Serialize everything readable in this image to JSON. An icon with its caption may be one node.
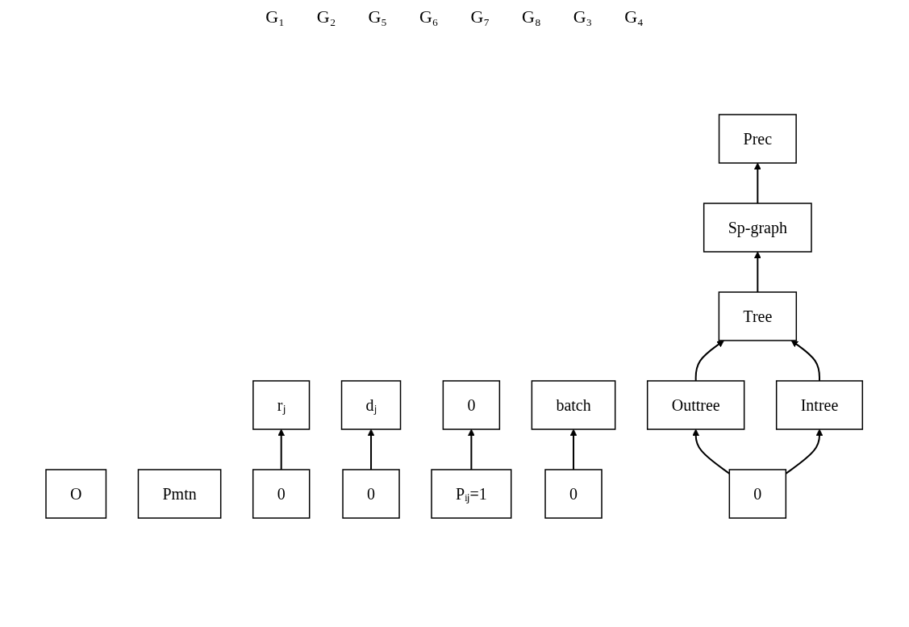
{
  "diagram": {
    "nodes": [
      {
        "text": [
          "Prec"
        ]
      },
      {
        "text": [
          "rⱼ"
        ]
      },
      {
        "text": [
          "dⱼ"
        ]
      },
      {
        "text": [
          "0"
        ]
      },
      {
        "text": [
          "batch"
        ]
      },
      {
        "text": [
          "O"
        ]
      },
      {
        "text": [
          "Pmtn"
        ]
      },
      {
        "text": [
          "Sp-graph"
        ]
      },
      {
        "text": [
          "0"
        ]
      },
      {
        "text": [
          "0"
        ]
      },
      {
        "text": [
          "Pᵢⱼ=1"
        ]
      },
      {
        "text": [
          "0"
        ]
      },
      {
        "text": [
          "Tree"
        ]
      },
      {
        "text": [
          "Outtree"
        ]
      },
      {
        "text": [
          "Intree"
        ]
      },
      {
        "text": [
          "0"
        ]
      }
    ],
    "edges": [
      {
        "from": 7,
        "to": 0,
        "arrow": "to"
      },
      {
        "from": 12,
        "to": 7,
        "arrow": "to"
      },
      {
        "from": 13,
        "to": 12,
        "arrow": "to"
      },
      {
        "from": 14,
        "to": 12,
        "arrow": "to"
      },
      {
        "from": 15,
        "to": 13,
        "arrow": "to"
      },
      {
        "from": 15,
        "to": 14,
        "arrow": "to"
      },
      {
        "from": 8,
        "to": 1,
        "arrow": "to"
      },
      {
        "from": 9,
        "to": 2,
        "arrow": "to"
      },
      {
        "from": 10,
        "to": 3,
        "arrow": "to"
      },
      {
        "from": 11,
        "to": 4,
        "arrow": "to"
      }
    ],
    "labels": [
      "G₁",
      "G₂",
      "G₅",
      "G₆",
      "G₇",
      "G₈",
      "G₃",
      "G₄"
    ]
  }
}
